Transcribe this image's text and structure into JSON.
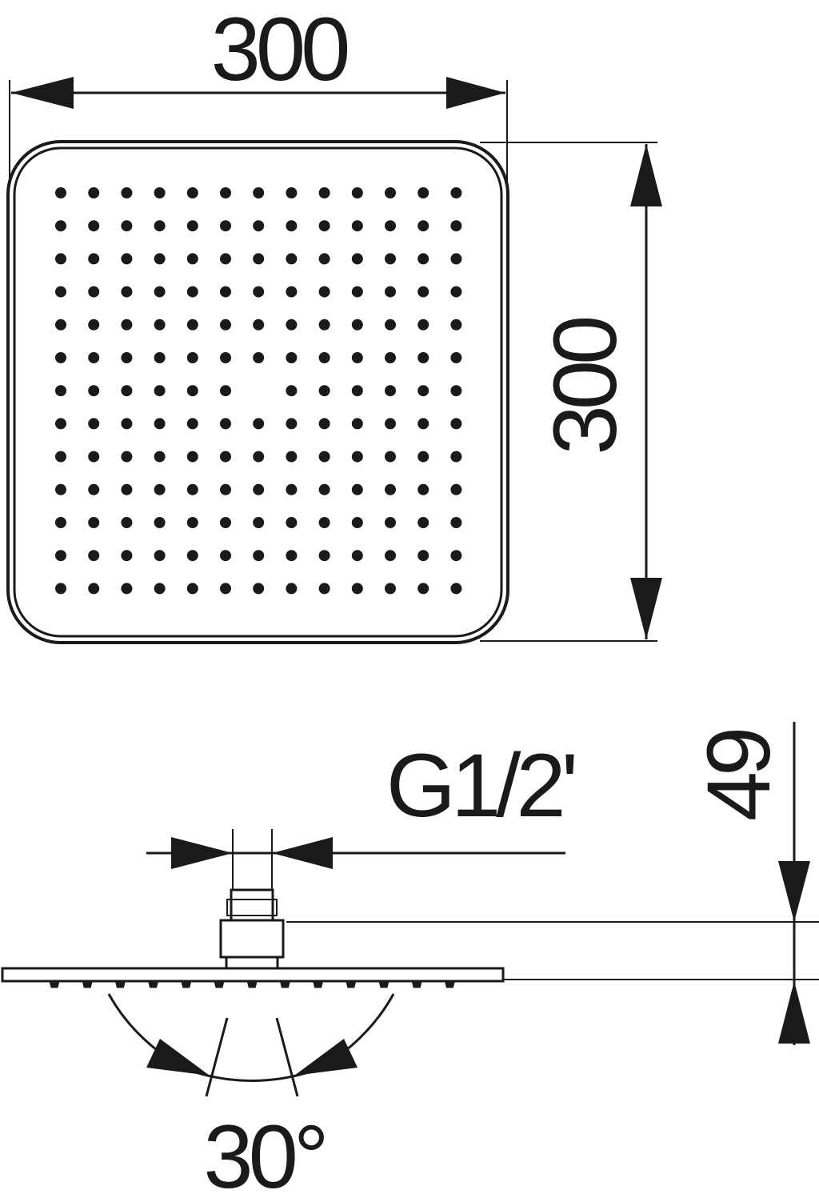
{
  "dimensions": {
    "width": "300",
    "height": "300",
    "thread": "G1/2'",
    "depth": "49",
    "angle": "30°"
  },
  "nozzle_grid": {
    "rows": 13,
    "cols": 13,
    "missing": [
      [
        6,
        6
      ]
    ]
  },
  "colors": {
    "ink": "#1a1a1a",
    "background": "#ffffff"
  }
}
